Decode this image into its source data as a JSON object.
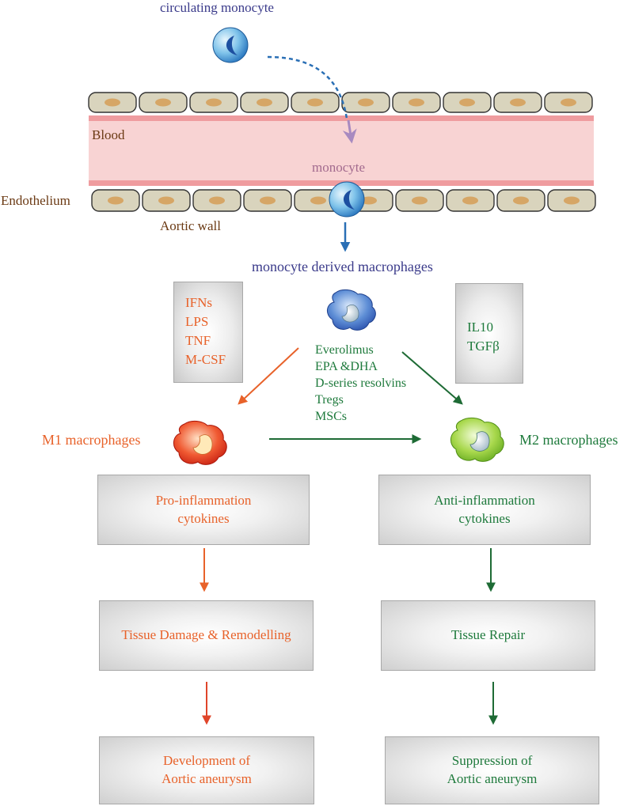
{
  "colors": {
    "orange": "#e8622a",
    "green": "#1e7a3c",
    "navy": "#3a3a8a",
    "brown": "#6b3a14",
    "blood": "#f8d3d3",
    "blood_edge": "#ef9c9f",
    "cell_fill": "#d9d4bd",
    "nucleus": "#d6a666",
    "blue_arrow": "#2a6fb5",
    "mauve_arrow": "#a88ac0"
  },
  "top": {
    "circulating_monocyte": "circulating monocyte",
    "blood": "Blood",
    "monocyte": "monocyte",
    "endothelium": "Endothelium",
    "aortic_wall": "Aortic wall",
    "monocyte_derived": "monocyte derived macrophages"
  },
  "m1_stimuli": [
    "IFNs",
    "LPS",
    "TNF",
    "M-CSF"
  ],
  "m2_stimuli": [
    "IL10",
    "TGFβ"
  ],
  "modulators": [
    "Everolimus",
    "EPA &DHA",
    "D-series resolvins",
    "Tregs",
    "MSCs"
  ],
  "m1": {
    "label": "M1 macrophages",
    "cytokines": [
      "Pro-inflammation",
      "cytokines"
    ],
    "damage": "Tissue Damage & Remodelling",
    "outcome": [
      "Development of",
      "Aortic aneurysm"
    ]
  },
  "m2": {
    "label": "M2 macrophages",
    "cytokines": [
      "Anti-inflammation",
      "cytokines"
    ],
    "repair": "Tissue Repair",
    "outcome": [
      "Suppression of",
      "Aortic aneurysm"
    ]
  }
}
